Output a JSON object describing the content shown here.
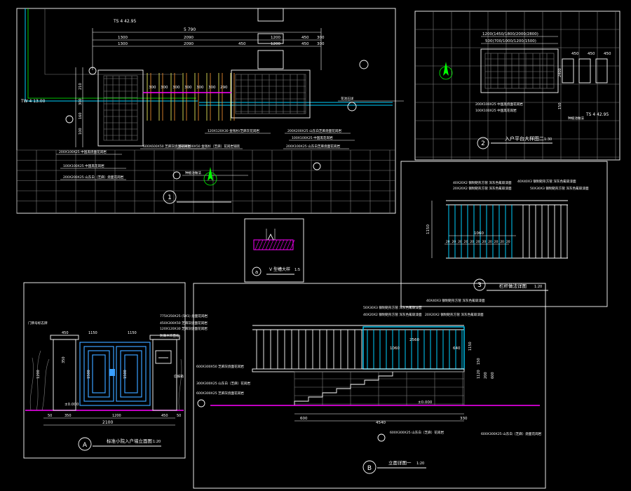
{
  "plan": {
    "elevation_top": "TS 4 42.95",
    "elevation_left": "TW 4 13.00",
    "total_dim": "5 790",
    "dims_row1": [
      "1300",
      "2090",
      "1200",
      "450",
      "300"
    ],
    "dims_row2": [
      "1300",
      "2090",
      "450",
      "1200",
      "450",
      "300"
    ],
    "bar_dims": [
      "300",
      "300",
      "300",
      "300",
      "300",
      "300",
      "290"
    ],
    "vert_dims": [
      "210",
      "300",
      "160",
      "100"
    ],
    "labels": [
      "200X100X25 中国黑烧面花岗岩",
      "100X100X25 中国黑花岗岩",
      "200X200X25 山东白（芝麻）烧面花岗岩",
      "120X120X30 金钱杉/芝麻灰花岗岩",
      "200X200X25 山东白芝麻烧面花岗岩",
      "100X100X25 中国黑花岗岩",
      "200X100X25 山东白芝麻烧面花岗岩",
      "600X600X50 芝麻灰烧面花岗岩",
      "600X300X50 金钱杉（芝麻）花岗岩铺装",
      "种植池做法",
      "花池石详"
    ],
    "number": "1"
  },
  "detail2": {
    "dims_top": "1200(1450/1800/2000/2800)",
    "dims_mid": "500(700/1000/1200/1500)",
    "side_dims": [
      "450",
      "450",
      "450"
    ],
    "vert_dims": [
      "2400",
      "150"
    ],
    "labels": [
      "200X100X25 中国黑烧面花岗岩",
      "100X100X25 中国黑花岗岩",
      "种植池做法"
    ],
    "elevation": "TS 4 42.95",
    "number": "2",
    "title": "入户平台大样图二",
    "scale": "1:30"
  },
  "detail3": {
    "labels": [
      "40X40X3 钢制矩形方管 深灰色氟碳漆面",
      "20X20X2 钢制矩形方管 深灰色氟碳漆面",
      "40X20X2 钢制矩形方管 深灰色氟碳漆面",
      "50X30X3 钢制矩形方管 深灰色氟碳漆面"
    ],
    "span_dim": "1060",
    "height_dim": "1150",
    "small_dims": [
      "20",
      "20",
      "20",
      "20",
      "20",
      "20",
      "20",
      "20",
      "20",
      "20",
      "20"
    ],
    "number": "3",
    "title": "栏杆做法详图",
    "scale": "1:20"
  },
  "detail_v": {
    "title": "V 型槽大样",
    "scale": "1:5",
    "number": "a"
  },
  "elevA": {
    "labels": [
      "门牌号标志牌",
      "775X350X25 (5X1) 烧面花岗岩",
      "450X300X50 芝麻灰烧面花岗岩",
      "120X120X30 芝麻灰烧面花岗岩",
      "防腐木饰面板",
      "信报箱"
    ],
    "dims_top": [
      "450",
      "1150",
      "1150"
    ],
    "dims_bottom": [
      "50",
      "350",
      "1200",
      "450",
      "50"
    ],
    "total": "2100",
    "vert_dims": [
      "1200",
      "350",
      "1500",
      "1500"
    ],
    "elevation": "±0.000",
    "number": "A",
    "title": "标准小院入户墙立面图",
    "scale": "1:20"
  },
  "elevB": {
    "labels": [
      "40X40X3 钢制矩形方管 深灰色氟碳漆面",
      "50X30X3 钢制矩形方管 深灰色氟碳漆面",
      "40X20X2 钢制矩形方管 深灰色氟碳漆面",
      "20X20X2 钢制矩形方管 深灰色氟碳漆面",
      "600X300X50 芝麻灰烧面花岗岩",
      "300X300X25 山东白（芝麻）花岗岩",
      "600X300X25 芝麻灰烧面花岗岩",
      "600X300X25 山东白（芝麻）花岗岩",
      "600X300X25 山东白（芝麻）烧面花岗岩"
    ],
    "dims_top": [
      "2560",
      "1060",
      "640"
    ],
    "dims_bottom": [
      "600",
      "4540",
      "330"
    ],
    "vert_dims": [
      "1150",
      "1120",
      "150",
      "200",
      "600"
    ],
    "elevation": "±0.000",
    "number": "B",
    "title": "立面详图一",
    "scale": "1:20"
  },
  "colors": {
    "background": "#000000",
    "line_white": "#ffffff",
    "line_green": "#00ff00",
    "line_cyan": "#00d0ff",
    "line_blue": "#3aa0ff",
    "line_magenta": "#ff00ff",
    "text_yellow": "#ffff00"
  }
}
